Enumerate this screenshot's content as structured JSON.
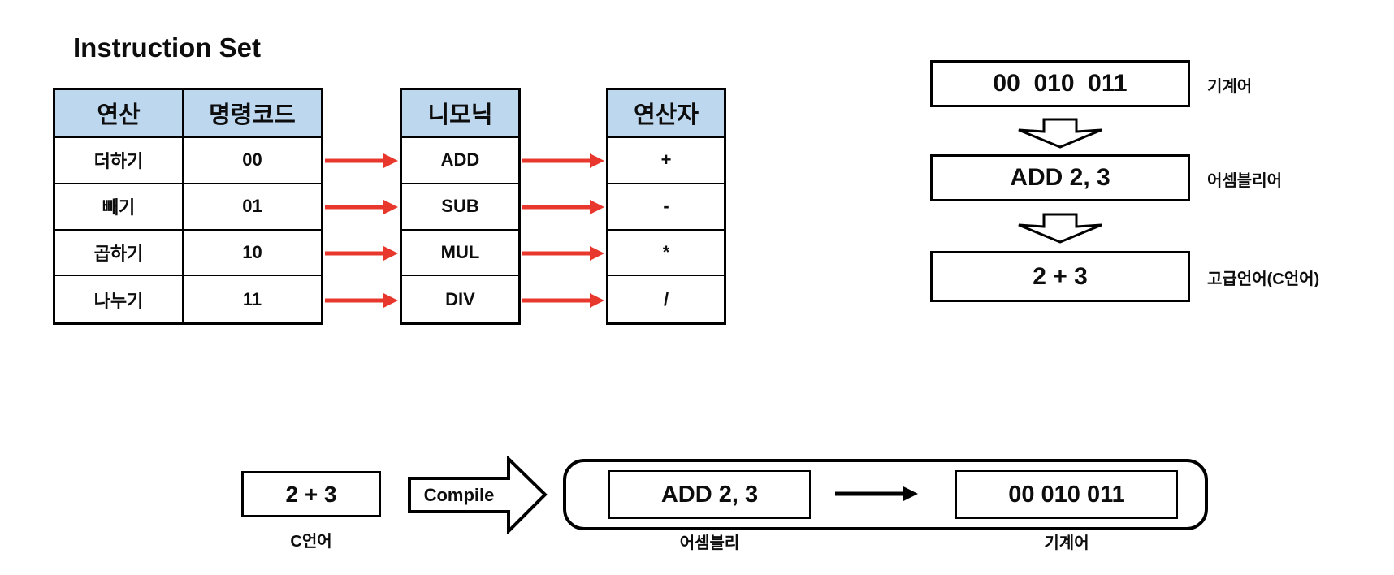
{
  "title": "Instruction Set",
  "colors": {
    "table_header_fill": "#BDD7EE",
    "arrow_red": "#E8382D",
    "line_black": "#000000"
  },
  "instruction_table": {
    "headers": {
      "operation": "연산",
      "opcode": "명령코드"
    },
    "rows": [
      {
        "operation": "더하기",
        "opcode": "00"
      },
      {
        "operation": "빼기",
        "opcode": "01"
      },
      {
        "operation": "곱하기",
        "opcode": "10"
      },
      {
        "operation": "나누기",
        "opcode": "11"
      }
    ]
  },
  "mnemonic_table": {
    "header": "니모닉",
    "rows": [
      "ADD",
      "SUB",
      "MUL",
      "DIV"
    ]
  },
  "operator_table": {
    "header": "연산자",
    "rows": [
      "+",
      "-",
      "*",
      "/"
    ]
  },
  "language_levels": [
    {
      "code": "00  010  011",
      "label": "기계어"
    },
    {
      "code": "ADD 2, 3",
      "label": "어셈블리어"
    },
    {
      "code": "2 + 3",
      "label": "고급언어(C언어)"
    }
  ],
  "compile_flow": {
    "source_code": "2 + 3",
    "source_label": "C언어",
    "arrow_label": "Compile",
    "assembly_code": "ADD 2, 3",
    "assembly_label": "어셈블리",
    "machine_code": "00 010 011",
    "machine_label": "기계어"
  }
}
